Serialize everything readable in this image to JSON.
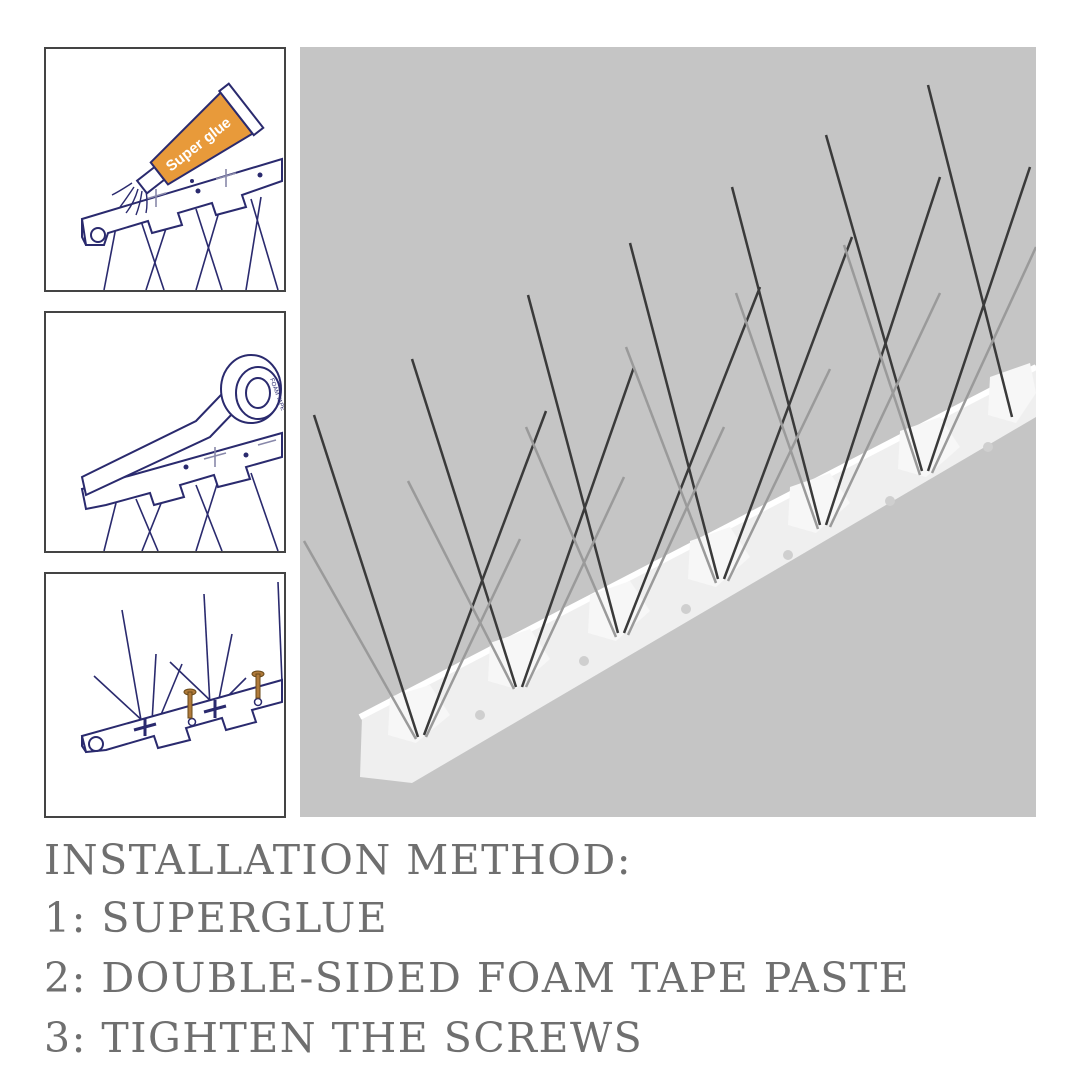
{
  "panels": {
    "glue_tube_label": "Super glue",
    "tape_roll_label": "FOAM TAPE"
  },
  "caption": {
    "title": "INSTALLATION METHOD:",
    "step1": "1: SUPERGLUE",
    "step2": "2: DOUBLE-SIDED FOAM TAPE PASTE",
    "step3": "3: TIGHTEN THE SCREWS"
  },
  "colors": {
    "line_art": "#2a2a6e",
    "photo_background": "#c5c5c5",
    "caption_text": "#6f6f6f",
    "glue_tube": "#e89a3a",
    "screw": "#b07a3a"
  }
}
